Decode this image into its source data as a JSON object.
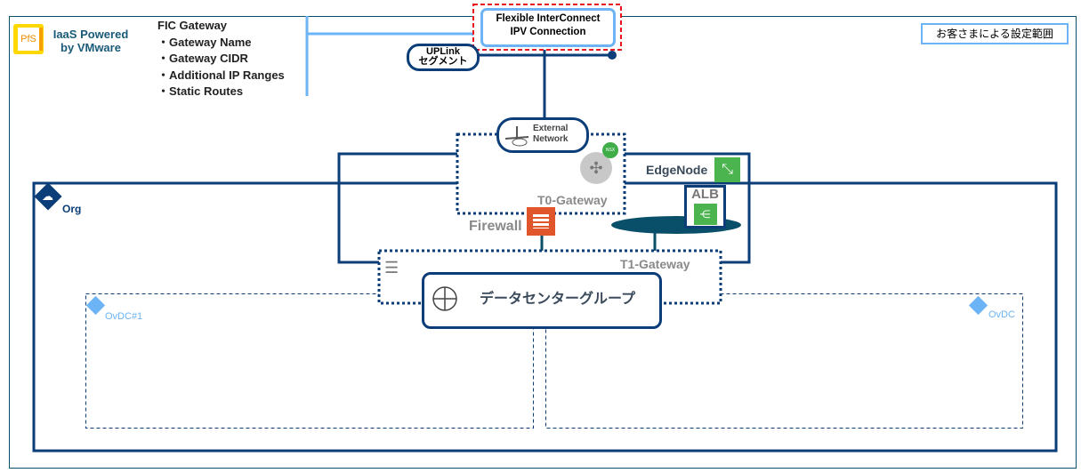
{
  "header": {
    "product_line1": "IaaS Powered",
    "product_line2": "by VMware",
    "logo_text": "PfS",
    "scope_label": "お客さまによる設定範囲"
  },
  "fic_gateway": {
    "title": "FIC Gateway",
    "items": [
      "・Gateway Name",
      "・Gateway CIDR",
      "・Additional IP Ranges",
      "・Static Routes"
    ]
  },
  "fic_connection": {
    "line1": "Flexible InterConnect",
    "line2": "IPV Connection"
  },
  "uplink": {
    "line1": "UPLink",
    "line2": "セグメント"
  },
  "external_network": {
    "line1": "External",
    "line2": "Network"
  },
  "t0_gateway": "T0-Gateway",
  "edge_node": "EdgeNode",
  "alb": "ALB",
  "firewall": "Firewall",
  "t1_gateway": "T1-Gateway",
  "datacenter_group": "データセンターグループ",
  "org": "Org",
  "ovdc1": "OvDC#1",
  "ovdc2": "OvDC",
  "nsx_badge": "NSX",
  "colors": {
    "navy": "#0b3d78",
    "teal": "#0a4f6a",
    "light_blue": "#6cb4f5",
    "red": "#e8141c",
    "gray_text": "#8a8a8a"
  }
}
